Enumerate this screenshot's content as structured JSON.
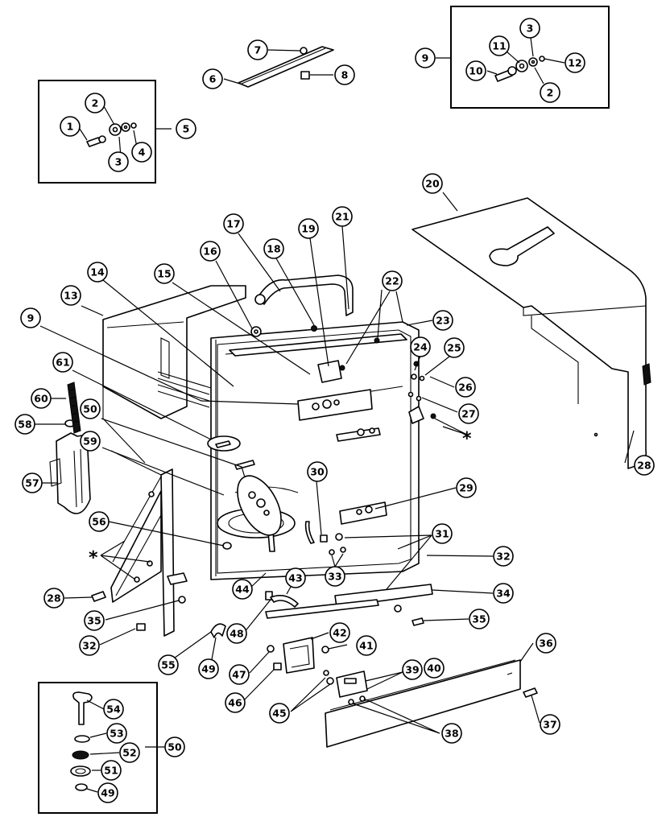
{
  "callouts": {
    "c1": "1",
    "c2": "2",
    "c3": "3",
    "c4": "4",
    "c5": "5",
    "c6": "6",
    "c7": "7",
    "c8": "8",
    "c9": "9",
    "c10": "10",
    "c11": "11",
    "c3b": "3",
    "c12": "12",
    "c2b": "2",
    "c20": "20",
    "c17": "17",
    "c21": "21",
    "c16": "16",
    "c18": "18",
    "c19": "19",
    "c14": "14",
    "c15": "15",
    "c22": "22",
    "c13": "13",
    "c9b": "9",
    "c23": "23",
    "c24": "24",
    "c25": "25",
    "c26": "26",
    "c27": "27",
    "c61": "61",
    "c60": "60",
    "c58": "58",
    "c50": "50",
    "c59": "59",
    "c57": "57",
    "c28": "28",
    "c30": "30",
    "c29": "29",
    "c56": "56",
    "c31": "31",
    "c32": "32",
    "c44": "44",
    "c33": "33",
    "c43": "43",
    "c28b": "28",
    "c34": "34",
    "c35": "35",
    "c35b": "35",
    "c48": "48",
    "c32b": "32",
    "c42": "42",
    "c41": "41",
    "c55": "55",
    "c49": "49",
    "c47": "47",
    "c39": "39",
    "c40": "40",
    "c36": "36",
    "c46": "46",
    "c45": "45",
    "c38": "38",
    "c37": "37",
    "c54": "54",
    "c53": "53",
    "c52": "52",
    "c50b": "50",
    "c51": "51",
    "c49b": "49"
  },
  "asterisk": "*"
}
